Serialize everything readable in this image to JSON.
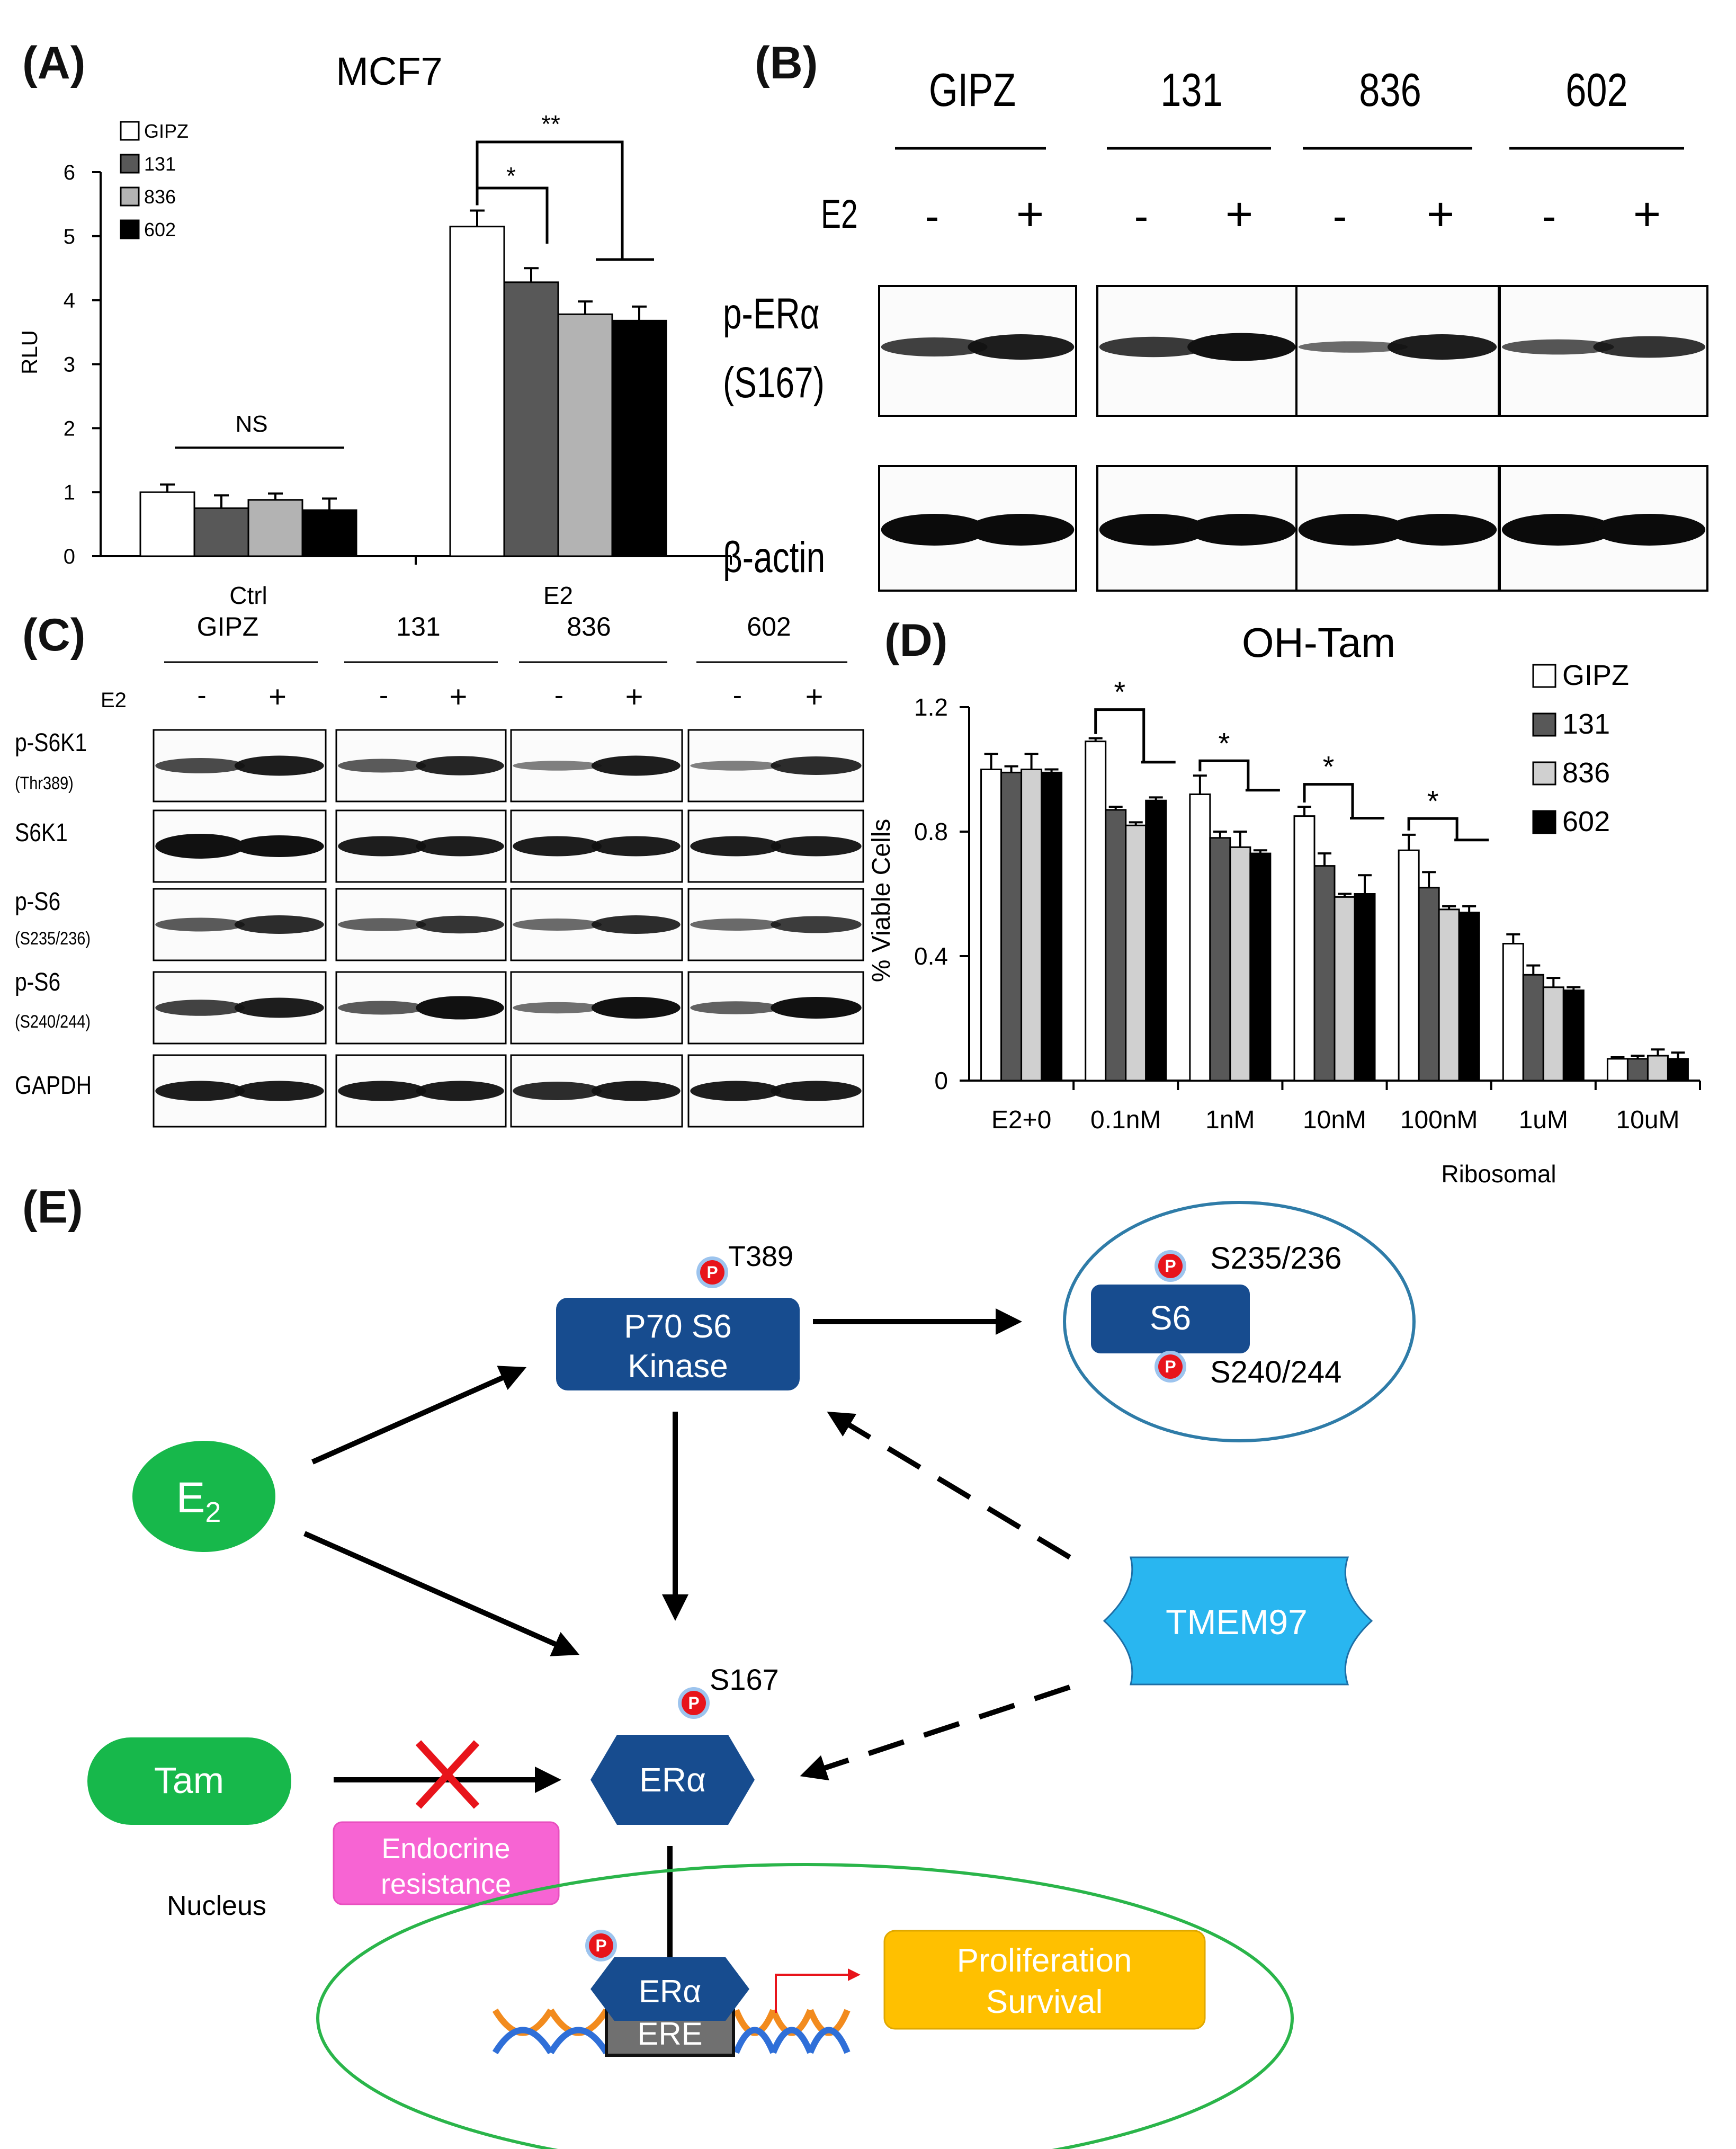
{
  "figure": {
    "panels": {
      "A": {
        "letter": "(A)",
        "title": "MCF7"
      },
      "B": {
        "letter": "(B)"
      },
      "C": {
        "letter": "(C)"
      },
      "D": {
        "letter": "(D)",
        "title": "OH-Tam"
      },
      "E": {
        "letter": "(E)"
      }
    }
  },
  "colors": {
    "GIPZ": "#ffffff",
    "131": "#585858",
    "836": "#b3b3b3",
    "602": "#000000",
    "d_836": "#d0d0d0",
    "green": "#17b84b",
    "navy": "#174c8f",
    "cyan": "#29b6f0",
    "pink": "#f764d3",
    "gold": "#ffc000",
    "red": "#e8141b",
    "ellipse_blue": "#2f7ca8",
    "ellipse_green": "#2ab54a"
  },
  "chart_data": [
    {
      "panel": "A",
      "type": "bar",
      "title": "MCF7",
      "xlabel": "",
      "ylabel": "RLU",
      "ylim": [
        0,
        6
      ],
      "yticks": [
        "0",
        "1",
        "2",
        "3",
        "4",
        "5",
        "6"
      ],
      "categories": [
        "Ctrl",
        "E2"
      ],
      "series": [
        {
          "name": "GIPZ",
          "values": [
            1.0,
            5.15
          ],
          "errors": [
            0.12,
            0.25
          ]
        },
        {
          "name": "131",
          "values": [
            0.75,
            4.28
          ],
          "errors": [
            0.2,
            0.22
          ]
        },
        {
          "name": "836",
          "values": [
            0.88,
            3.78
          ],
          "errors": [
            0.1,
            0.2
          ]
        },
        {
          "name": "602",
          "values": [
            0.72,
            3.68
          ],
          "errors": [
            0.18,
            0.22
          ]
        }
      ],
      "annotations": [
        "NS",
        "*",
        "**"
      ],
      "legend": "top-left"
    },
    {
      "panel": "D",
      "type": "bar",
      "title": "OH-Tam",
      "xlabel": "Ribosomal",
      "ylabel": "% Viable Cells",
      "ylim": [
        0,
        1.2
      ],
      "yticks": [
        "0",
        "0.4",
        "0.8",
        "1.2"
      ],
      "categories": [
        "E2+0",
        "0.1nM",
        "1nM",
        "10nM",
        "100nM",
        "1uM",
        "10uM"
      ],
      "series": [
        {
          "name": "GIPZ",
          "values": [
            1.0,
            1.09,
            0.92,
            0.85,
            0.74,
            0.44,
            0.07
          ],
          "errors": [
            0.05,
            0.01,
            0.06,
            0.03,
            0.05,
            0.03,
            0.005
          ]
        },
        {
          "name": "131",
          "values": [
            0.99,
            0.87,
            0.78,
            0.69,
            0.62,
            0.34,
            0.07
          ],
          "errors": [
            0.02,
            0.01,
            0.02,
            0.04,
            0.05,
            0.03,
            0.01
          ]
        },
        {
          "name": "836",
          "values": [
            1.0,
            0.82,
            0.75,
            0.59,
            0.55,
            0.3,
            0.08
          ],
          "errors": [
            0.05,
            0.01,
            0.05,
            0.01,
            0.01,
            0.03,
            0.02
          ]
        },
        {
          "name": "602",
          "values": [
            0.99,
            0.9,
            0.73,
            0.6,
            0.54,
            0.29,
            0.07
          ],
          "errors": [
            0.01,
            0.01,
            0.01,
            0.06,
            0.02,
            0.01,
            0.02
          ]
        }
      ],
      "annotations": [
        "*",
        "*",
        "*",
        "*"
      ],
      "legend": "top-right"
    }
  ],
  "blotB": {
    "groups": [
      "GIPZ",
      "131",
      "836",
      "602"
    ],
    "treatment_label": "E2",
    "signs": [
      "-",
      "+"
    ],
    "rows": [
      "p-ERα",
      "(S167)",
      "β-actin"
    ]
  },
  "blotC": {
    "groups": [
      "GIPZ",
      "131",
      "836",
      "602"
    ],
    "treatment_label": "E2",
    "signs": [
      "-",
      "+"
    ],
    "rows": [
      {
        "main": "p-S6K1",
        "sub": "(Thr389)"
      },
      {
        "main": "S6K1",
        "sub": ""
      },
      {
        "main": "p-S6",
        "sub": "(S235/236)"
      },
      {
        "main": "p-S6",
        "sub": "(S240/244)"
      },
      {
        "main": "GAPDH",
        "sub": ""
      }
    ]
  },
  "diagram": {
    "p70": "P70 S6",
    "kinase": "Kinase",
    "t389": "T389",
    "s6": "S6",
    "s235": "S235/236",
    "s240": "S240/244",
    "e2": "E",
    "e2_sub": "2",
    "tam": "Tam",
    "tmem97": "TMEM97",
    "era": "ERα",
    "s167": "S167",
    "endocrine1": "Endocrine",
    "endocrine2": "resistance",
    "nucleus": "Nucleus",
    "ere": "ERE",
    "prolif1": "Proliferation",
    "prolif2": "Survival",
    "p": "P"
  }
}
